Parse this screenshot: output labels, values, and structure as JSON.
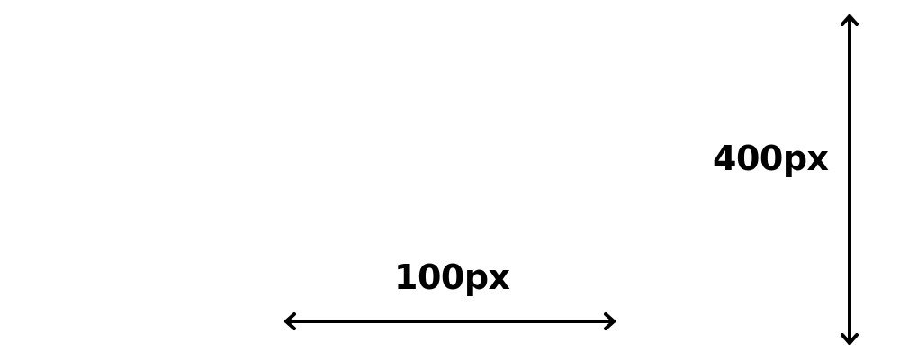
{
  "diagram": {
    "width_label": "100px",
    "height_label": "400px",
    "colors": {
      "ink": "#000000",
      "background": "#ffffff"
    },
    "marks": [
      {
        "type": "double-headed-arrow",
        "orientation": "horizontal",
        "label": "100px"
      },
      {
        "type": "double-headed-arrow",
        "orientation": "vertical",
        "label": "400px"
      }
    ]
  }
}
